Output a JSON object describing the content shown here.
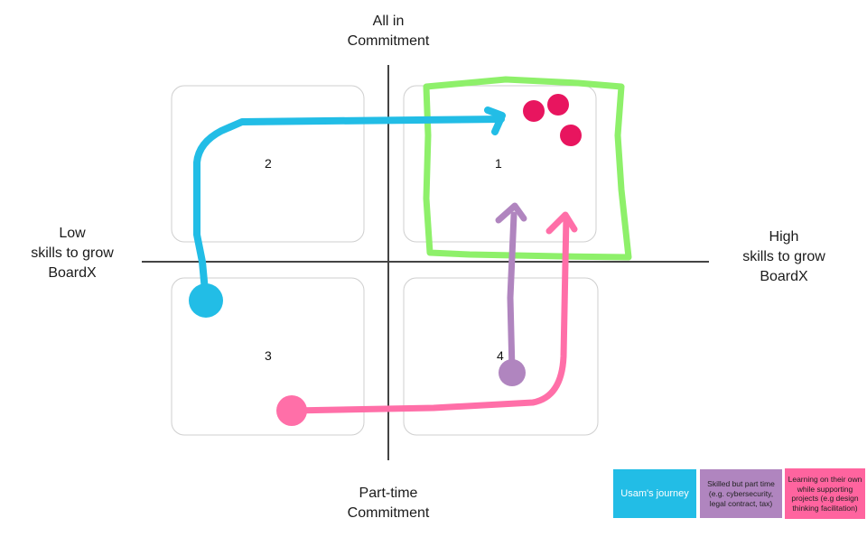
{
  "axes": {
    "top": [
      "All in",
      "Commitment"
    ],
    "bottom": [
      "Part-time",
      "Commitment"
    ],
    "left": [
      "Low",
      "skills to grow",
      "BoardX"
    ],
    "right": [
      "High",
      "skills to grow",
      "BoardX"
    ]
  },
  "quadrants": [
    "1",
    "2",
    "3",
    "4"
  ],
  "legend": [
    {
      "label": "Usam's journey",
      "color": "#22bde6",
      "text_color": "#ffffff"
    },
    {
      "label": "Skilled but part time (e.g. cybersecurity, legal contract, tax)",
      "color": "#b085bf",
      "text_color": "#222222"
    },
    {
      "label": "Learning on their own while supporting projects (e.g design thinking facilitation)",
      "color": "#ff649f",
      "text_color": "#222222"
    }
  ],
  "colors": {
    "blue": "#22bde6",
    "purple": "#b085bf",
    "pink": "#ff6fa8",
    "green": "#8ef06a",
    "red": "#e8155f"
  }
}
